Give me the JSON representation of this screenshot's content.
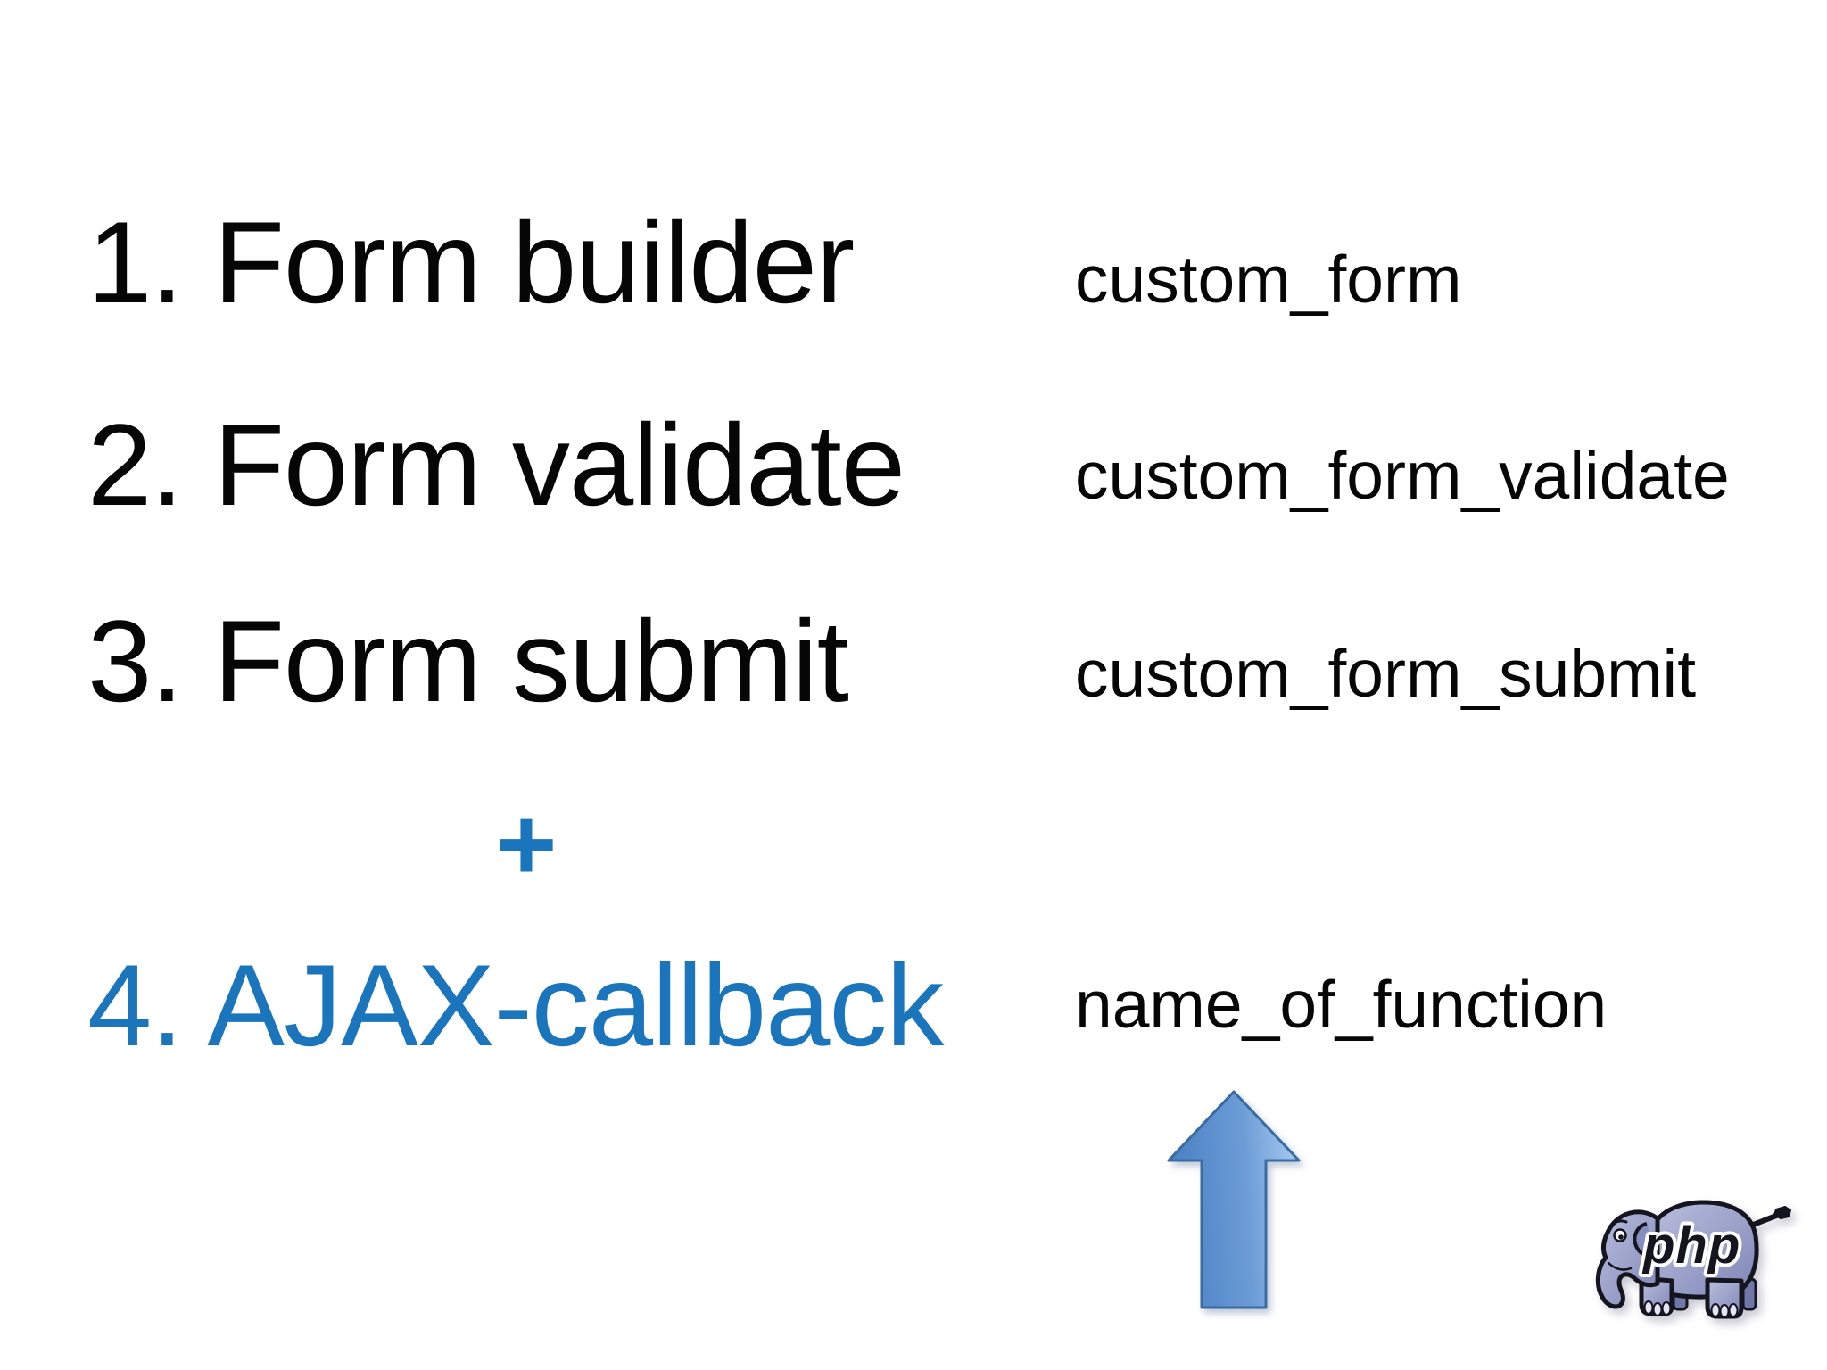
{
  "slide": {
    "background": "#ffffff",
    "text_color": "#060606",
    "accent_blue": "#1b75bd",
    "items": [
      {
        "label": "1. Form builder",
        "hook": "custom_form"
      },
      {
        "label": "2. Form validate",
        "hook": "custom_form_validate"
      },
      {
        "label": "3. Form submit",
        "hook": "custom_form_submit"
      },
      {
        "label": "4. AJAX-callback",
        "hook": "name_of_function"
      }
    ],
    "plus_sign": "+",
    "arrow": {
      "direction": "up",
      "fill_dark": "#4a80c2",
      "fill_light": "#aacdf1",
      "stroke": "#3a6ba3"
    },
    "php_logo": {
      "text": "php",
      "body_color": "#9aa0c8",
      "body_color_light": "#b9bedd",
      "body_color_dark": "#7d85b6",
      "outline_color": "#15151f"
    }
  }
}
